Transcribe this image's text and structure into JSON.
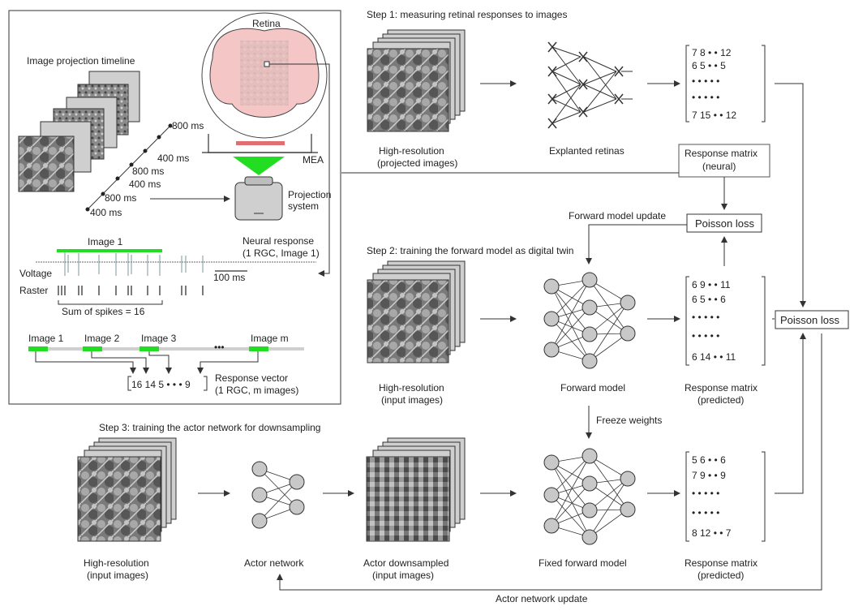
{
  "inset": {
    "retina_label": "Retina",
    "timeline_title": "Image projection timeline",
    "timeline_ticks": [
      "800 ms",
      "400 ms",
      "800 ms",
      "400 ms",
      "800 ms",
      "400 ms"
    ],
    "mea_label": "MEA",
    "projection_label_1": "Projection",
    "projection_label_2": "system",
    "neural_response_1": "Neural response",
    "neural_response_2": "(1 RGC, Image 1)",
    "image1_label": "Image 1",
    "voltage_label": "Voltage",
    "raster_label": "Raster",
    "scale_label": "100 ms",
    "sum_label": "Sum of spikes = 16",
    "image_labels": [
      "Image 1",
      "Image 2",
      "Image 3",
      "Image m"
    ],
    "ellipsis": "•••",
    "vector_values": "16 14  5 • • • 9",
    "vector_label_1": "Response vector",
    "vector_label_2": "(1 RGC, m images)"
  },
  "step1": {
    "title": "Step 1: measuring retinal responses to images",
    "images_label_1": "High-resolution",
    "images_label_2": "(projected images)",
    "retinas_label": "Explanted retinas",
    "matrix_label_1": "Response matrix",
    "matrix_label_2": "(neural)",
    "matrix_rows": [
      "7  8  •  •  12",
      "6  5  •  •   5",
      "•   •   •  •   •",
      "•   •   •  •   •",
      "7 15  •  •  12"
    ]
  },
  "step2": {
    "title": "Step 2: training the forward model as digital twin",
    "poisson_loss": "Poisson loss",
    "update_label": "Forward model update",
    "images_label_1": "High-resolution",
    "images_label_2": "(input images)",
    "model_label": "Forward model",
    "matrix_label_1": "Response matrix",
    "matrix_label_2": "(predicted)",
    "matrix_rows": [
      "6  9  •  •  11",
      "6  5  •  •   6",
      "•   •   •  •   •",
      "•   •   •  •   •",
      "6 14  •  •  11"
    ],
    "freeze_label": "Freeze weights"
  },
  "right_loss": "Poisson loss",
  "step3": {
    "title": "Step 3: training the actor network for downsampling",
    "images_label_1": "High-resolution",
    "images_label_2": "(input images)",
    "actor_label": "Actor network",
    "downsampled_label_1": "Actor downsampled",
    "downsampled_label_2": "(input images)",
    "fixed_model_label": "Fixed forward model",
    "matrix_label_1": "Response matrix",
    "matrix_label_2": "(predicted)",
    "matrix_rows": [
      "5  6  •  •   6",
      "7  9  •  •   9",
      "•   •   •  •   •",
      "•   •   •  •   •",
      "8 12  •  •   7"
    ],
    "update_label": "Actor network update"
  },
  "colors": {
    "green": "#22dd22",
    "retina_pink": "#f4c6c6",
    "gray_node": "#c8c8c8"
  }
}
